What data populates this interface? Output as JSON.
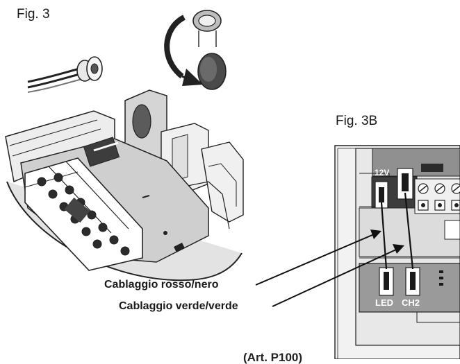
{
  "figures": {
    "fig3": {
      "title": "Fig. 3"
    },
    "fig3b": {
      "title": "Fig. 3B",
      "terminal_labels": {
        "top_left": "12V",
        "bottom_left": "LED",
        "bottom_right": "CH2"
      }
    }
  },
  "callouts": [
    {
      "text": "Cablaggio rosso/nero"
    },
    {
      "text": "Cablaggio verde/verde"
    }
  ],
  "cutoff_text": "(Art. P100)",
  "colors": {
    "line": "#1a1a1a",
    "board_fill": "#d9d9d9",
    "dark_fill": "#8a8a8a",
    "light_fill": "#ececec"
  }
}
